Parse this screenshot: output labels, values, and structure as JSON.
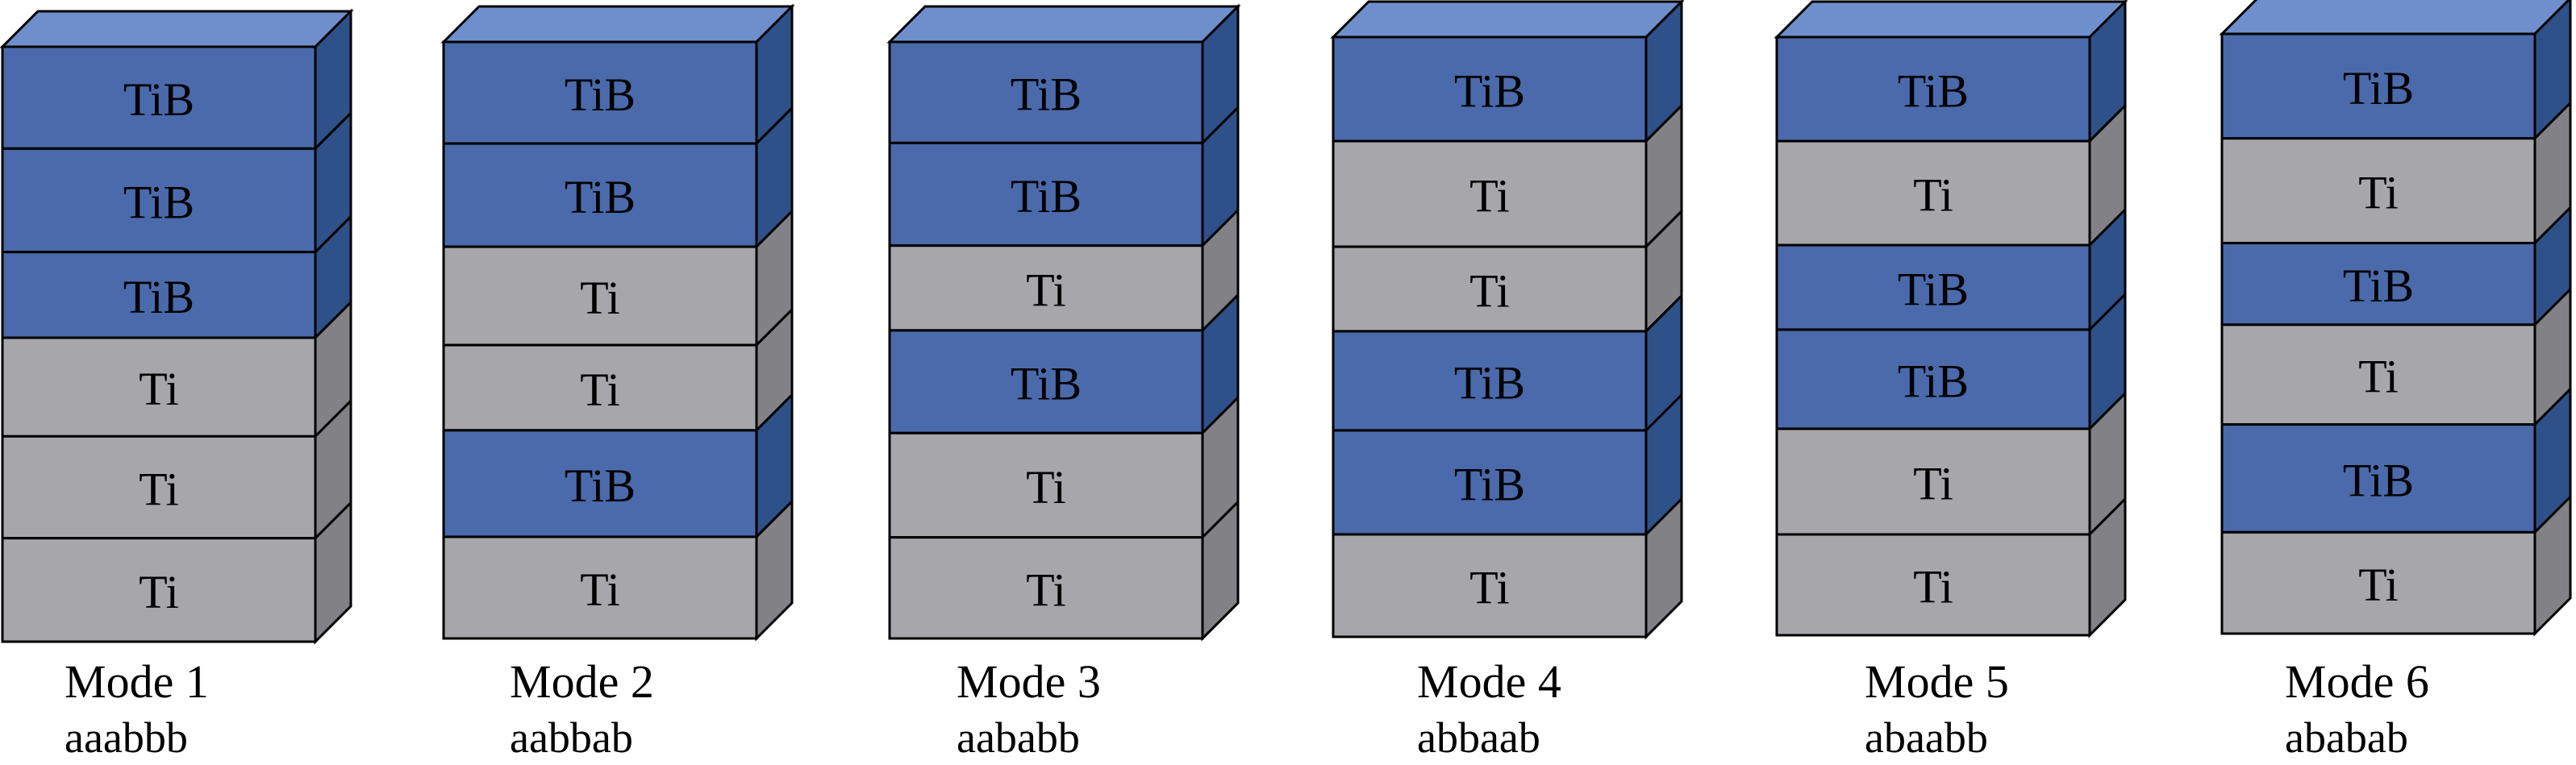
{
  "legend": {
    "layer_types": {
      "TiB": {
        "label": "TiB",
        "front": "#4a6aab",
        "top": "#6f8fcc",
        "side": "#2e5189"
      },
      "Ti": {
        "label": "Ti",
        "front": "#a7a6ab",
        "top": "#bdbcc1",
        "side": "#828186"
      }
    }
  },
  "modes": [
    {
      "title": "Mode 1",
      "code": "aaabbb",
      "layers": [
        "TiB",
        "TiB",
        "TiB",
        "Ti",
        "Ti",
        "Ti"
      ]
    },
    {
      "title": "Mode 2",
      "code": "aabbab",
      "layers": [
        "TiB",
        "TiB",
        "Ti",
        "Ti",
        "TiB",
        "Ti"
      ]
    },
    {
      "title": "Mode 3",
      "code": "aababb",
      "layers": [
        "TiB",
        "TiB",
        "Ti",
        "TiB",
        "Ti",
        "Ti"
      ]
    },
    {
      "title": "Mode 4",
      "code": "abbaab",
      "layers": [
        "TiB",
        "Ti",
        "Ti",
        "TiB",
        "TiB",
        "Ti"
      ]
    },
    {
      "title": "Mode 5",
      "code": "abaabb",
      "layers": [
        "TiB",
        "Ti",
        "TiB",
        "TiB",
        "Ti",
        "Ti"
      ]
    },
    {
      "title": "Mode 6",
      "code": "ababab",
      "layers": [
        "TiB",
        "Ti",
        "TiB",
        "Ti",
        "TiB",
        "Ti"
      ]
    }
  ]
}
